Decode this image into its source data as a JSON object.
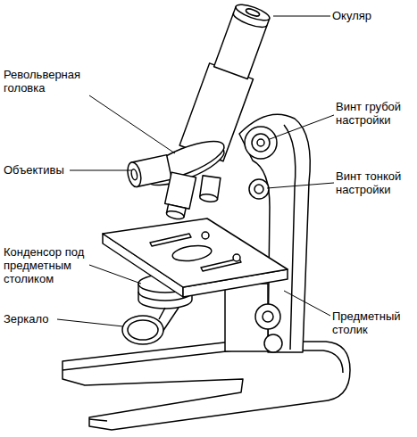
{
  "diagram": {
    "labels": [
      "Окуляр",
      "Револьверная головка",
      "Винт грубой настройки",
      "Объективы",
      "Винт тонкой настройки",
      "Конденсор под предметным столиком",
      "Зеркало",
      "Предметный столик"
    ]
  }
}
